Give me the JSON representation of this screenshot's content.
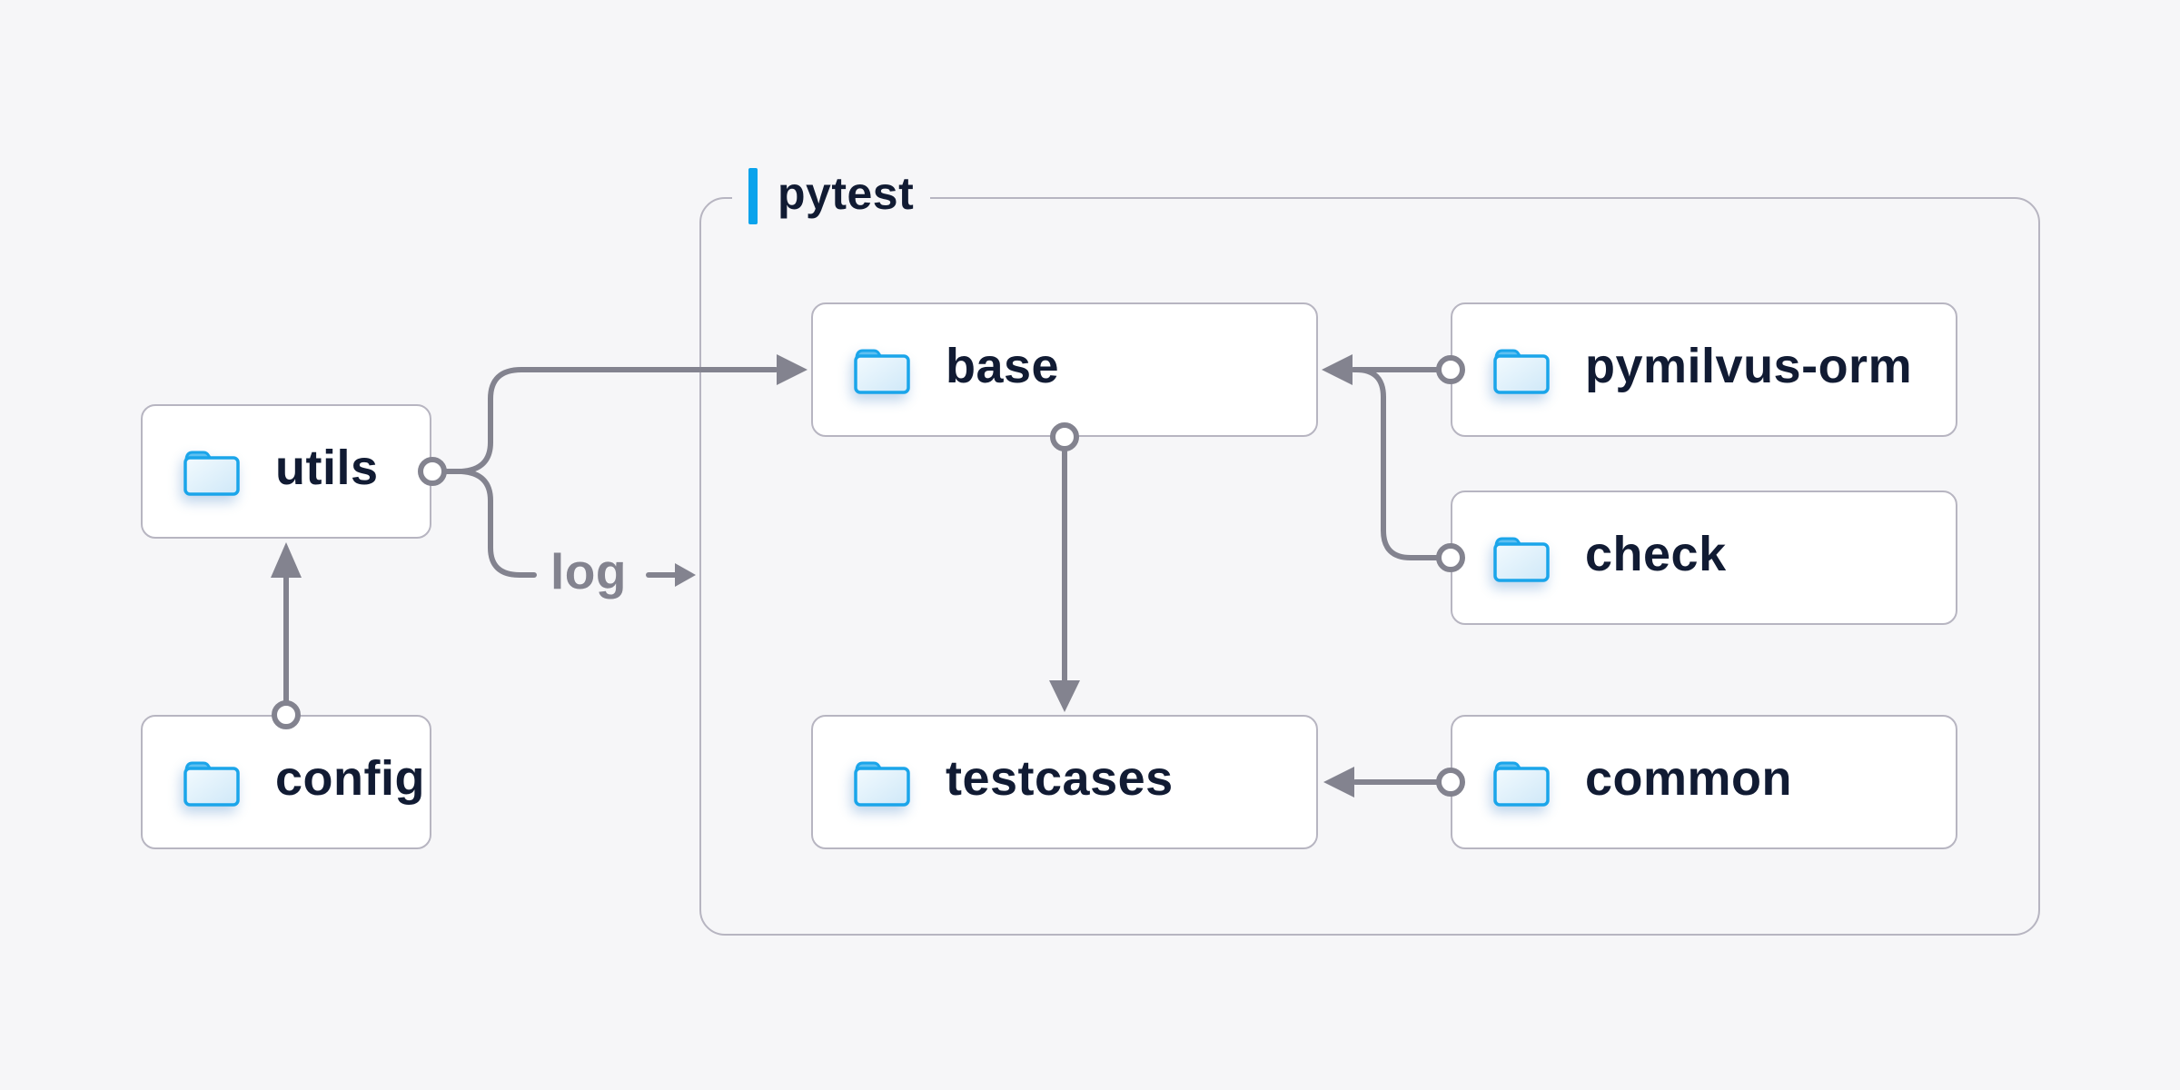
{
  "group": {
    "label": "pytest",
    "accent_color": "#0aa3ec"
  },
  "nodes": [
    {
      "id": "utils",
      "label": "utils",
      "icon": "folder-icon"
    },
    {
      "id": "config",
      "label": "config",
      "icon": "folder-icon"
    },
    {
      "id": "base",
      "label": "base",
      "icon": "folder-icon"
    },
    {
      "id": "pymilvus-orm",
      "label": "pymilvus-orm",
      "icon": "folder-icon"
    },
    {
      "id": "check",
      "label": "check",
      "icon": "folder-icon"
    },
    {
      "id": "testcases",
      "label": "testcases",
      "icon": "folder-icon"
    },
    {
      "id": "common",
      "label": "common",
      "icon": "folder-icon"
    }
  ],
  "edges": [
    {
      "from": "config",
      "to": "utils",
      "label": ""
    },
    {
      "from": "utils",
      "to": "base",
      "label": ""
    },
    {
      "from": "utils",
      "to": "pytest-group",
      "label": "log"
    },
    {
      "from": "pymilvus-orm",
      "to": "base",
      "label": ""
    },
    {
      "from": "check",
      "to": "base",
      "label": ""
    },
    {
      "from": "base",
      "to": "testcases",
      "label": ""
    },
    {
      "from": "common",
      "to": "testcases",
      "label": ""
    }
  ],
  "edge_labels": {
    "log": "log"
  },
  "colors": {
    "background": "#f6f6f8",
    "node_fill": "#ffffff",
    "node_border": "#b7b5c1",
    "group_border": "#b7b5c1",
    "edge_gray": "#83838f",
    "text_navy": "#111b33",
    "accent_blue": "#0aa3ec",
    "folder_border": "#1aa5ea",
    "folder_tab": "#5fc0f1",
    "folder_body_light": "#f2fafe",
    "folder_body_dark": "#cfe8f8"
  }
}
